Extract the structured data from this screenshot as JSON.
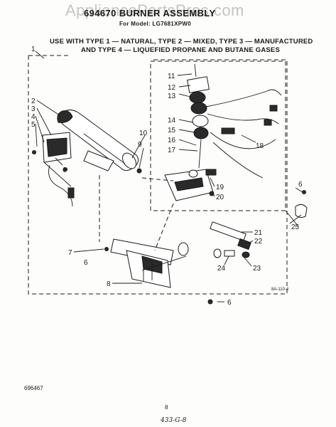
{
  "header": {
    "watermark": "AppliancePartsPros.com",
    "title": "694670 BURNER ASSEMBLY",
    "subtitle": "For Model: LG7681XPW0"
  },
  "usage_note": {
    "line1": "USE WITH TYPE 1 — NATURAL, TYPE 2 — MIXED, TYPE 3 — MANUFACTURED",
    "line2": "AND TYPE 4 — LIQUEFIED PROPANE AND BUTANE GASES"
  },
  "callouts": [
    "1",
    "2",
    "3",
    "4",
    "5",
    "6",
    "7",
    "6",
    "8",
    "9",
    "10",
    "11",
    "12",
    "13",
    "14",
    "15",
    "16",
    "17",
    "18",
    "19",
    "20",
    "21",
    "22",
    "23",
    "24",
    "25",
    "6",
    "6"
  ],
  "diagram_code": "8A-110-4",
  "footer": {
    "doc_number": "696467",
    "page_number": "8",
    "handwritten_note": "433-G-8"
  }
}
